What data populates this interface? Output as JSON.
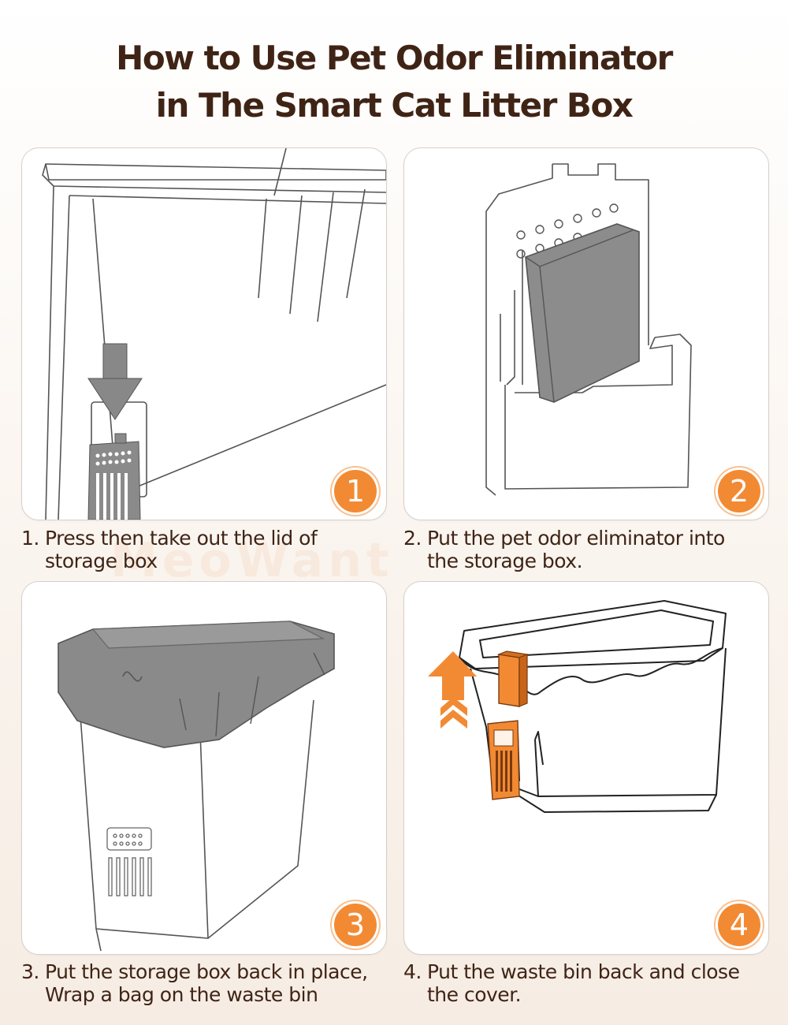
{
  "title": {
    "line1": "How to Use Pet Odor Eliminator",
    "line2": "in The Smart Cat Litter Box"
  },
  "watermark": "MeoWant",
  "colors": {
    "accent": "#f28a33",
    "text": "#3f2416",
    "gray_fill": "#8a8a8a",
    "outline": "#3a3a3a"
  },
  "steps": [
    {
      "number": "1",
      "caption_num": "1.",
      "caption": "Press then take out the lid of\nstorage box"
    },
    {
      "number": "2",
      "caption_num": "2.",
      "caption": "Put the pet odor eliminator into\nthe storage box."
    },
    {
      "number": "3",
      "caption_num": "3.",
      "caption": "Put the storage box back in place,\nWrap a bag on the waste bin"
    },
    {
      "number": "4",
      "caption_num": "4.",
      "caption": "Put the waste bin back and close\nthe cover."
    }
  ]
}
